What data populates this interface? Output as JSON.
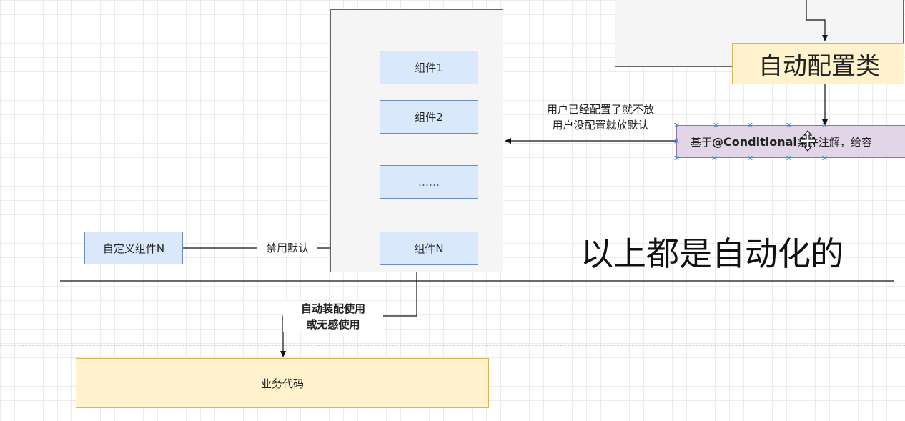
{
  "container": {
    "components": [
      "组件1",
      "组件2",
      "……",
      "组件N"
    ]
  },
  "custom_component": "自定义组件N",
  "disable_default_label": "禁用默认",
  "auto_config_class": "自动配置类",
  "conditional_box": {
    "prefix": "基于",
    "bold": "@Conditional",
    "suffix": "条件注解，给容"
  },
  "user_config_label": {
    "line1": "用户已经配置了就不放",
    "line2": "用户没配置就放默认"
  },
  "automation_heading": "以上都是自动化的",
  "autowire_label": {
    "line1": "自动装配使用",
    "line2": "或无感使用"
  },
  "business_code": "业务代码",
  "colors": {
    "blue_fill": "#dae8fc",
    "blue_stroke": "#6c8ebf",
    "yellow_fill": "#fff2cc",
    "yellow_stroke": "#d6b656",
    "purple_fill": "#e1d5e7",
    "purple_stroke": "#9673a6",
    "container_fill": "#f5f5f5",
    "selection_handle": "#2a8be6"
  }
}
